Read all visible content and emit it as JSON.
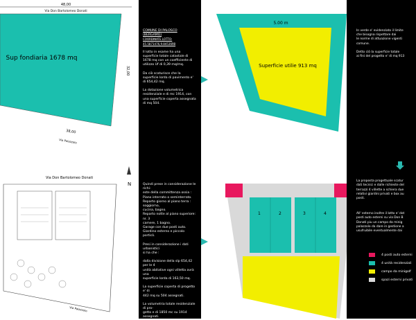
{
  "colors": {
    "teal": "#1bbfae",
    "yellow": "#f2ee00",
    "magenta": "#e8185e",
    "gray": "#d9d9d9",
    "arrow": "#2ab9b0"
  },
  "top_left": {
    "street": "Via Don Bartolomeo Donati",
    "dim_top": "48,00",
    "dim_right": "32,00",
    "dim_bottom": "38,00",
    "street_bottom": "Via Palazzolo",
    "label": "Sup fondiaria 1678 mq"
  },
  "top_text": {
    "heading1": "COMUNE DI PALOSCO (BERGAMO)",
    "heading2": "COORDINATE LOTTO: 45.5871476,9.8453698",
    "p1": "Il lotto in esame ha una superficie totale catastale  di 1678 mq con un coefficiente di utilizzo Uf di 0,39 mq/mq.",
    "p2": "Da ciò scaturisce che la superficie lorda di pavimento e' di 654,42 mq.",
    "p3": "La dotazione volumetrica residenziale e di mc 1914, con una superficie coperta assegnata di mq 504."
  },
  "top_right": {
    "dim": "5.00 m",
    "label": "Superficie utilie 913 mq"
  },
  "right_text": {
    "p1": "In verde e' evidenziato il limite\nche bisogna rispettare  dai\nle norme di attuazione vigenti\ncomune.",
    "p2": "Detto ciò la superficie totale\nai fini del progetto e' di mq 913"
  },
  "bottom_left": {
    "street": "Via Don Bartolomeo Donati",
    "street_bottom": "Via Palazzolo",
    "north": "N"
  },
  "bottom_text": {
    "p1": "Quindi prese in considerazione le richi-\neste della committenza ossia :\nPiano interrato o seminterrato.\nReparto giorno al piano terra : soggiorno,\ncucina, bagno.\nReparto notte al piano superiore: nr. 3\ncamere, 1 bagno.\nGarage con due posti auto.\nGiardino esterno e piccolo porticò.",
    "p2": "Presi in considerazione i dati urbanistici\nsi ha che :",
    "p3": "dalla divisione della slp 654,42  per  le 4\nunità abitative  ogni villetta avrà una\nsuperficie lorda di 163,50 mq.",
    "p4": "La superficie coperta di progetto e' di\n442 mq  su 504 assegnati.",
    "p5": "La volumetria totale residenziale di pro-\ngetto e di 1850 mc su 1914 assegnati."
  },
  "bottom_right": {
    "units": [
      "1",
      "2",
      "3",
      "4"
    ]
  },
  "proposal_text": {
    "p1": "La proposta progettuale scatur\ndati tecnici e dalle richieste del\nterrazzi 4 villette a schiera due\nrelativi giardini privati e box au\nposti.",
    "p2": "All' esterno inoltre il lotto e' dot\nposti auto esterni su via Don B\nDonati piu un campo da minig\npalazzolo da dare in gestione a\nusufruibile eventualmente dai"
  },
  "legend": [
    {
      "label": "4 posti auto esterni",
      "color": "#e8185e"
    },
    {
      "label": "4 unità residenziali",
      "color": "#1bbfae"
    },
    {
      "label": "campo da minigolf",
      "color": "#f2ee00"
    },
    {
      "label": "spazi esterni privati",
      "color": "#d9d9d9"
    }
  ]
}
